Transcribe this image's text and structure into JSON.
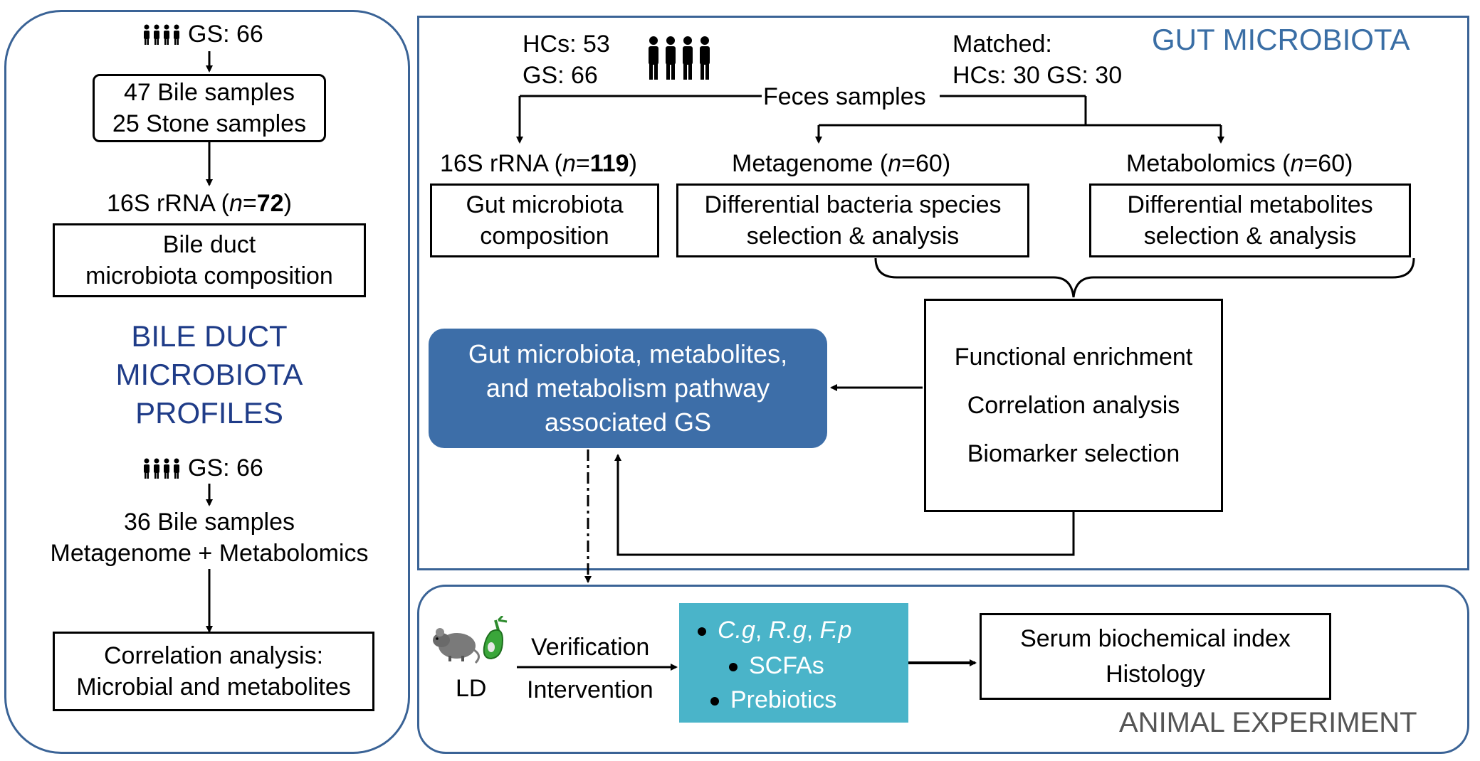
{
  "left_panel": {
    "top_patients": "GS: 66",
    "samples_box": [
      "47 Bile samples",
      "25 Stone samples"
    ],
    "rrna_prefix": "16S rRNA (",
    "rrna_n_italic": "n",
    "rrna_eq": "=",
    "rrna_n_value": "72",
    "rrna_suffix": ")",
    "composition_box": [
      "Bile duct",
      "microbiota composition"
    ],
    "section_title": [
      "BILE DUCT",
      "MICROBIOTA",
      "PROFILES"
    ],
    "bottom_patients": "GS: 66",
    "bile_samples": "36 Bile samples",
    "omics": "Metagenome + Metabolomics",
    "correlation_box": [
      "Correlation analysis:",
      "Microbial and metabolites"
    ]
  },
  "gut_panel": {
    "title": "GUT MICROBIOTA",
    "hcs": "HCs: 53",
    "gs": "GS: 66",
    "matched_label": "Matched:",
    "matched_values": "HCs: 30  GS: 30",
    "feces": "Feces samples",
    "rrna": {
      "prefix": "16S rRNA (",
      "n": "n",
      "eq": "=",
      "value": "119",
      "suffix": ")"
    },
    "metagenome": {
      "prefix": "Metagenome (",
      "n": "n",
      "rest": "=60)"
    },
    "metabolomics": {
      "prefix": "Metabolomics (",
      "n": "n",
      "rest": "=60)"
    },
    "composition_box": [
      "Gut microbiota",
      "composition"
    ],
    "bacteria_box": [
      "Differential bacteria species",
      "selection & analysis"
    ],
    "metabolites_box": [
      "Differential metabolites",
      "selection & analysis"
    ],
    "analysis_box": [
      "Functional enrichment",
      "Correlation analysis",
      "Biomarker selection"
    ],
    "result_pill": [
      "Gut microbiota, metabolites,",
      "and metabolism pathway",
      "associated GS"
    ]
  },
  "animal_panel": {
    "title": "ANIMAL EXPERIMENT",
    "model_label": "LD",
    "verification": "Verification",
    "intervention": "Intervention",
    "treatments": {
      "bacteria": [
        "C.g",
        "R.g",
        "F.p"
      ],
      "scfas": "SCFAs",
      "prebiotics": "Prebiotics"
    },
    "outcome_box": [
      "Serum biochemical index",
      "Histology"
    ]
  },
  "icons": [
    "people-group-icon",
    "mouse-icon",
    "gallbladder-icon"
  ],
  "colors": {
    "panel_border": "#3a6396",
    "pill": "#3d6ea8",
    "cyan_box": "#4ab4c9",
    "title_blue": "#1f3c88"
  }
}
